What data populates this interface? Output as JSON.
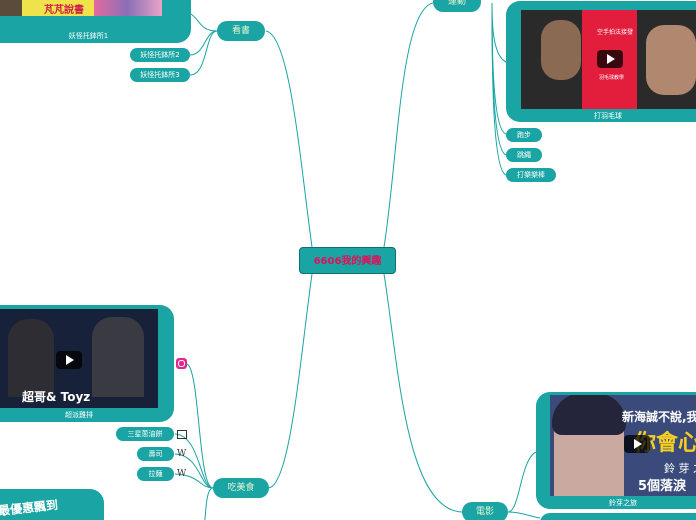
{
  "central": {
    "label": "6606我的興趣"
  },
  "reading": {
    "label": "看書",
    "items": [
      "妖怪托鉢所1",
      "妖怪托鉢所2",
      "妖怪托鉢所3"
    ],
    "book_art_text": "芃芃說書"
  },
  "sports": {
    "label": "運動",
    "items": [
      "打羽毛球",
      "跑步",
      "跳繩",
      "打樂樂棒"
    ],
    "video_text_top": "空手拍法接發",
    "video_text_bottom": "羽毛球教學"
  },
  "food": {
    "label": "吃美食",
    "items": [
      "超派雞排",
      "三星蔥油餅",
      "壽司",
      "拉麵"
    ],
    "video_title": "超哥& Toyz",
    "ad_text": "最優惠飄到"
  },
  "movies": {
    "label": "電影",
    "items": [
      "鈴芽之旅"
    ],
    "poster_line1": "新海誠不說,我",
    "poster_line2": "你會心",
    "poster_line3": "鈴 芽 之",
    "poster_line4": "5個落淚"
  },
  "icons": {
    "instagram": "instagram-icon",
    "image": "image-icon",
    "wikipedia": "wikipedia-icon",
    "play": "play-icon"
  },
  "colors": {
    "node": "#1aa4a4",
    "line": "#1aa4a4",
    "central_text": "#e0105a"
  }
}
